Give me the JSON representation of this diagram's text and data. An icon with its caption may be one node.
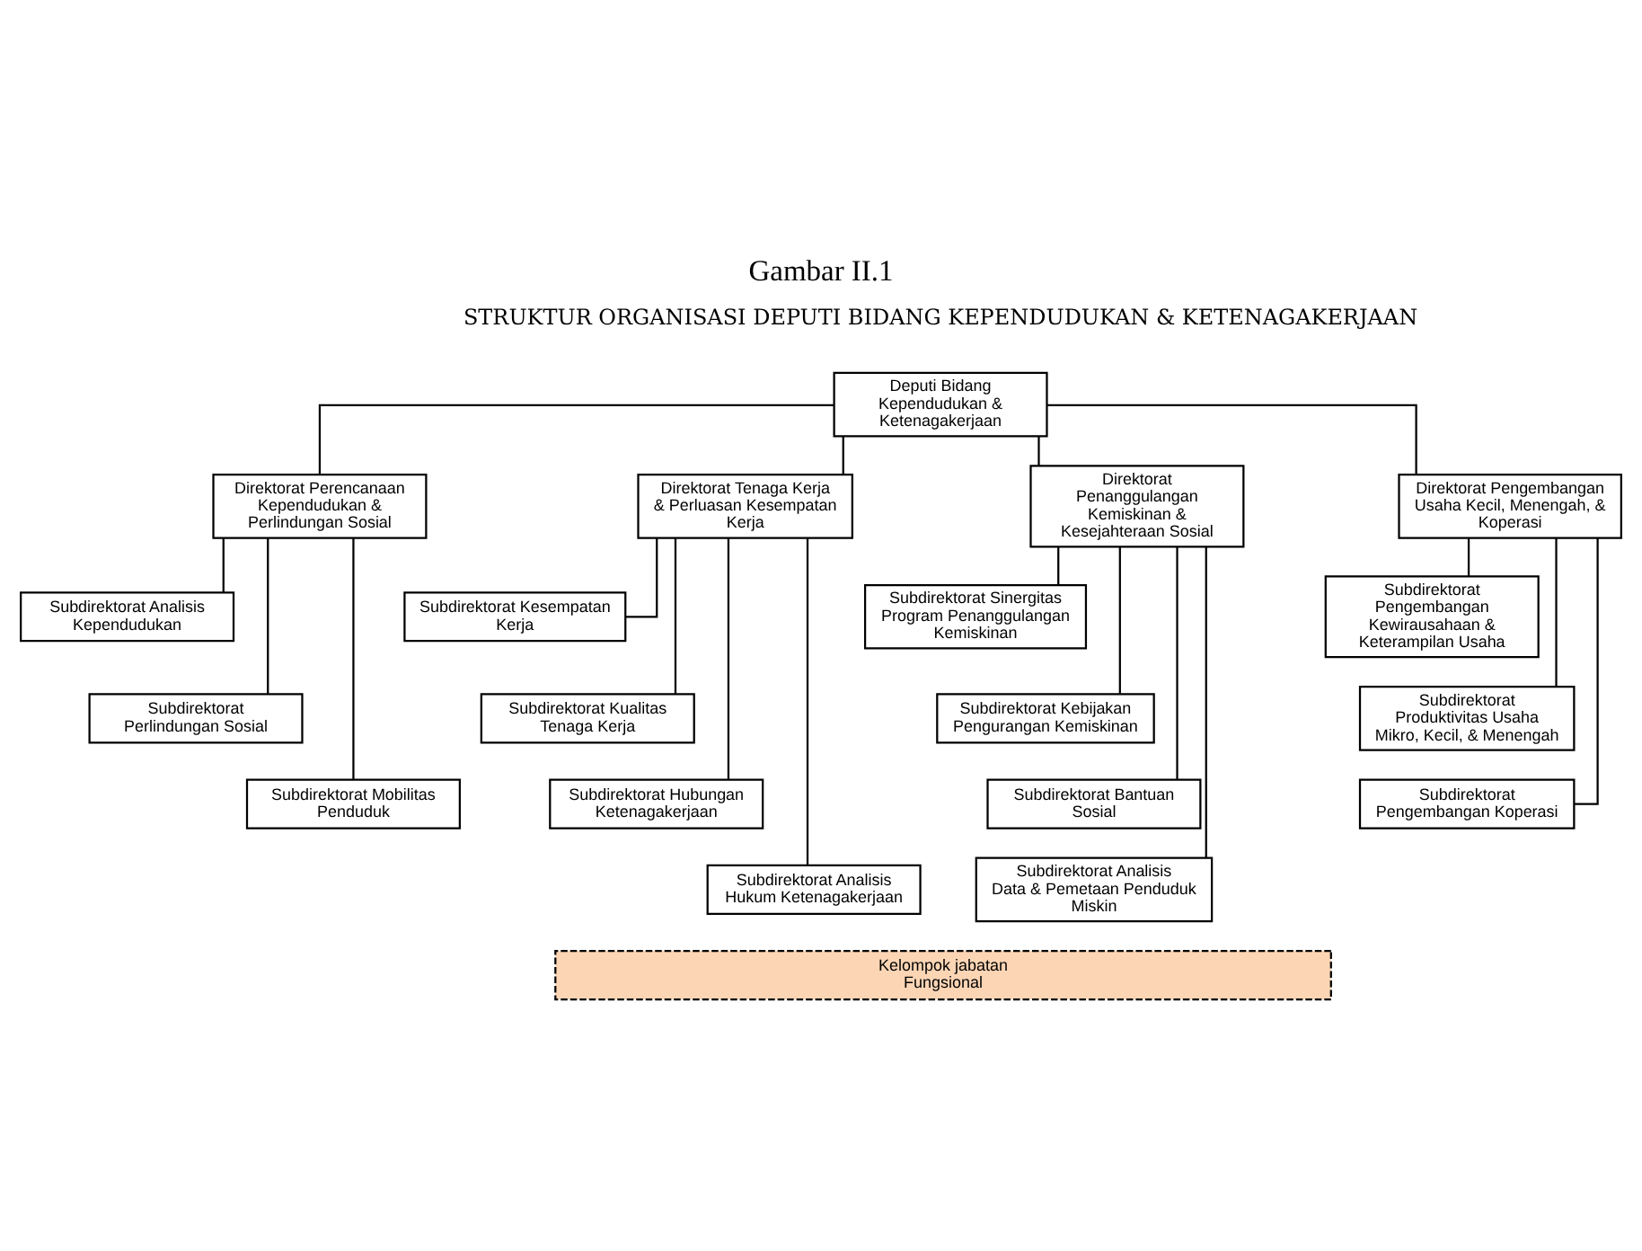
{
  "diagram": {
    "title": "Gambar II.1",
    "nodes": [
      {
        "text": [
          "Deputi Bidang Kependudukan & Ketenagakerjaan"
        ]
      },
      {
        "text": [
          "Direktorat Perencanaan Kependudukan & Perlindungan Sosial"
        ]
      },
      {
        "text": [
          "Subdirektorat Analisis Kependudukan"
        ]
      },
      {
        "text": [
          "Subdirektorat Perlindungan Sosial"
        ]
      },
      {
        "text": [
          "Subdirektorat Mobilitas Penduduk"
        ]
      },
      {
        "text": [
          "Direktorat Tenaga Kerja & Perluasan Kesempatan Kerja"
        ]
      },
      {
        "text": [
          "Subdirektorat Kesempatan Kerja"
        ]
      },
      {
        "text": [
          "Subdirektorat Kualitas Tenaga Kerja"
        ]
      },
      {
        "text": [
          "Subdirektorat Hubungan Ketenagakerjaan"
        ]
      },
      {
        "text": [
          "Subdirektorat Analisis Hukum Ketenagakerjaan"
        ]
      },
      {
        "text": [
          "Direktorat Penanggulangan Kemiskinan & Kesejahteraan Sosial"
        ]
      },
      {
        "text": [
          "Subdirektorat Sinergitas Program Penanggulangan Kemiskinan"
        ]
      },
      {
        "text": [
          "Subdirektorat Kebijakan Pengurangan Kemiskinan"
        ]
      },
      {
        "text": [
          "Subdirektorat Bantuan Sosial"
        ]
      },
      {
        "text": [
          "Subdirektorat Analisis Data & Pemetaan Penduduk Miskin"
        ]
      },
      {
        "text": [
          "Direktorat Pengembangan Usaha Kecil, Menengah, & Koperasi"
        ]
      },
      {
        "text": [
          "Subdirektorat Pengembangan Kewirausahaan & Keterampilan Usaha"
        ]
      },
      {
        "text": [
          "Subdirektorat Produktivitas Usaha Mikro, Kecil, & Menengah"
        ]
      },
      {
        "text": [
          "Subdirektorat Pengembangan Koperasi"
        ]
      },
      {
        "text": [
          "Kelompok jabatan Fungsional"
        ]
      }
    ],
    "edges": [
      {
        "from": 0,
        "to": 1,
        "arrow": "none"
      },
      {
        "from": 0,
        "to": 5,
        "arrow": "none"
      },
      {
        "from": 0,
        "to": 10,
        "arrow": "none"
      },
      {
        "from": 0,
        "to": 15,
        "arrow": "none"
      },
      {
        "from": 1,
        "to": 2,
        "arrow": "none"
      },
      {
        "from": 1,
        "to": 3,
        "arrow": "none"
      },
      {
        "from": 1,
        "to": 4,
        "arrow": "none"
      },
      {
        "from": 5,
        "to": 6,
        "arrow": "none"
      },
      {
        "from": 5,
        "to": 7,
        "arrow": "none"
      },
      {
        "from": 5,
        "to": 8,
        "arrow": "none"
      },
      {
        "from": 5,
        "to": 9,
        "arrow": "none"
      },
      {
        "from": 10,
        "to": 11,
        "arrow": "none"
      },
      {
        "from": 10,
        "to": 12,
        "arrow": "none"
      },
      {
        "from": 10,
        "to": 13,
        "arrow": "none"
      },
      {
        "from": 10,
        "to": 14,
        "arrow": "none"
      },
      {
        "from": 15,
        "to": 16,
        "arrow": "none"
      },
      {
        "from": 15,
        "to": 17,
        "arrow": "none"
      },
      {
        "from": 15,
        "to": 18,
        "arrow": "none"
      }
    ],
    "labels": [
      "STRUKTUR ORGANISASI DEPUTI BIDANG KEPENDUDUKAN & KETENAGAKERJAAN"
    ]
  }
}
